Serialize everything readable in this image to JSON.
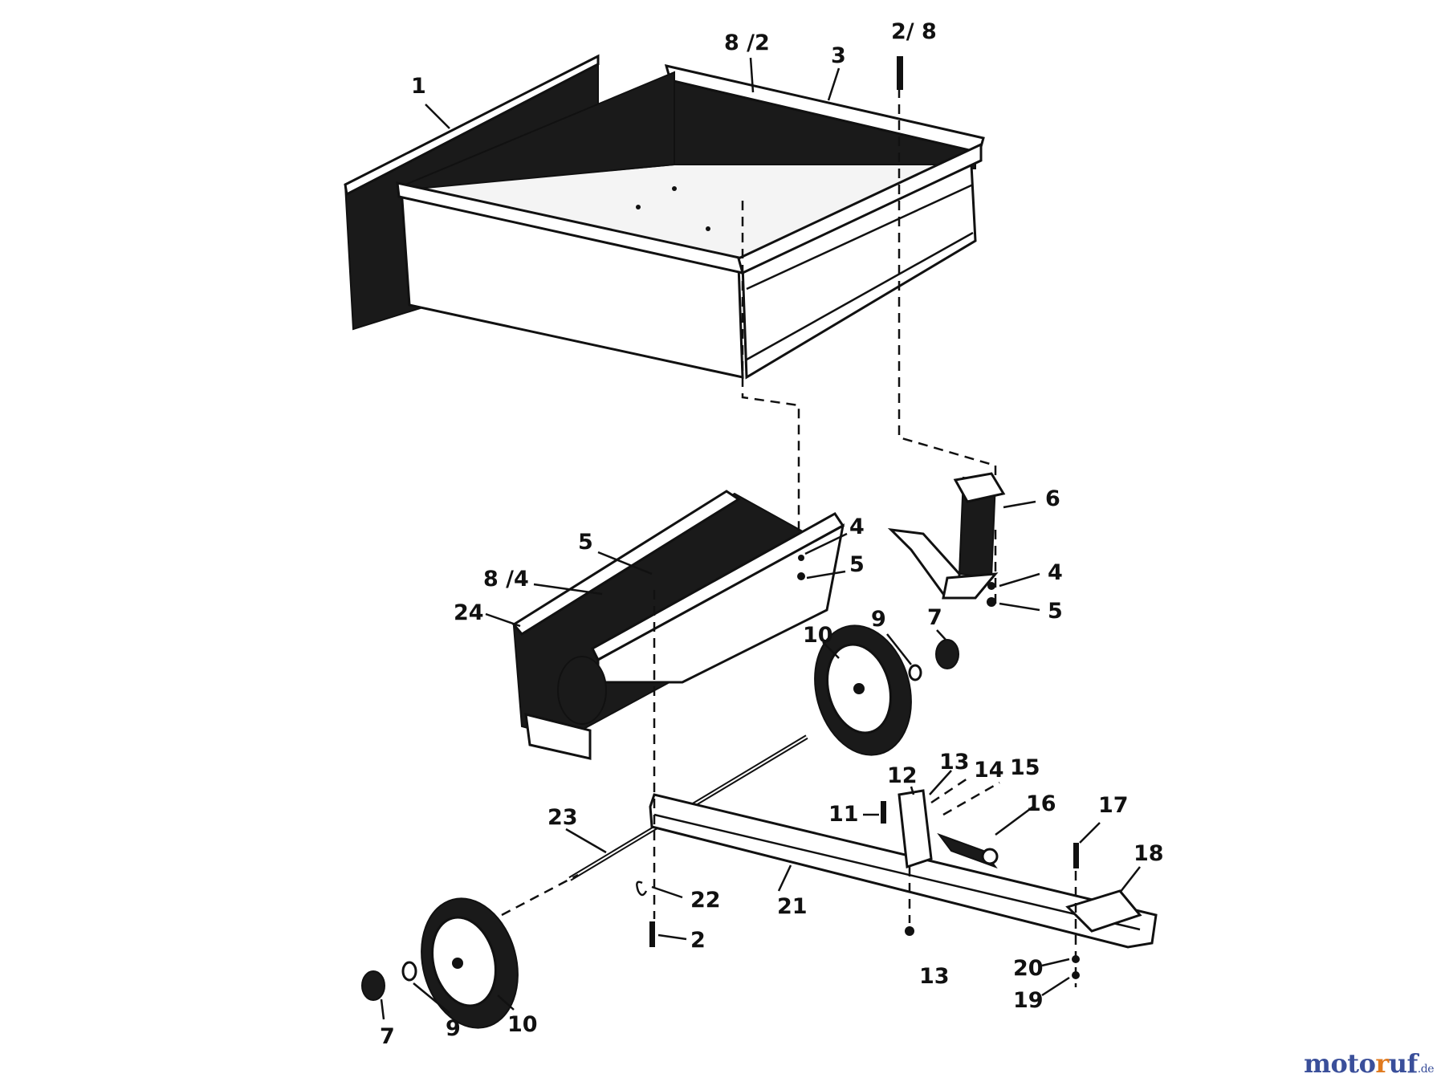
{
  "callouts": {
    "c1": "1",
    "c3": "3",
    "c8_2": "8 /2",
    "c2_8": "2/ 8",
    "c6": "6",
    "c4a": "4",
    "c5a": "5",
    "c5b": "5",
    "c8_4": "8 /4",
    "c24": "24",
    "c4b": "4",
    "c5c": "5",
    "c7a": "7",
    "c9a": "9",
    "c10a": "10",
    "c12": "12",
    "c13a": "13",
    "c14": "14",
    "c15": "15",
    "c16": "16",
    "c11": "11",
    "c17": "17",
    "c18": "18",
    "c23": "23",
    "c22": "22",
    "c21": "21",
    "c2": "2",
    "c13b": "13",
    "c20": "20",
    "c19": "19",
    "c7b": "7",
    "c9b": "9",
    "c10b": "10"
  },
  "watermark": {
    "part1": "moto",
    "part2": "r",
    "part3": "uf",
    "suffix": ".de"
  },
  "colors": {
    "watermark_blue": "#3a4f9a",
    "watermark_orange": "#e07a1e"
  }
}
